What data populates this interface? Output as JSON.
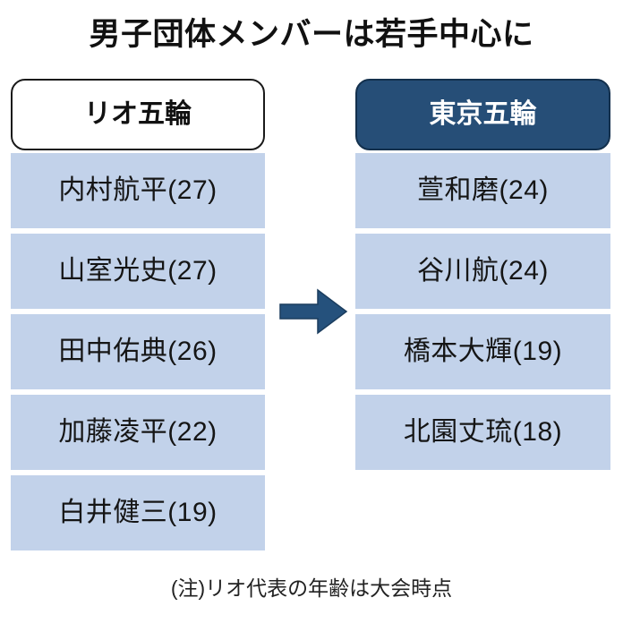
{
  "title": "男子団体メンバーは若手中心に",
  "columns": [
    {
      "header": "リオ五輪",
      "members": [
        "内村航平(27)",
        "山室光史(27)",
        "田中佑典(26)",
        "加藤凌平(22)",
        "白井健三(19)"
      ]
    },
    {
      "header": "東京五輪",
      "members": [
        "萱和磨(24)",
        "谷川航(24)",
        "橋本大輝(19)",
        "北園丈琉(18)"
      ]
    }
  ],
  "arrow": {
    "icon": "arrow-right-icon",
    "color": "#25517c"
  },
  "footnote": "(注)リオ代表の年齢は大会時点",
  "colors": {
    "cell_fill": "#c2d2ea",
    "header_dark": "#264e77",
    "header_light": "#ffffff",
    "text": "#111111"
  }
}
